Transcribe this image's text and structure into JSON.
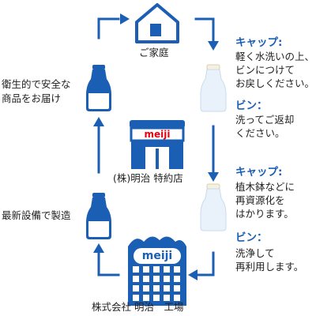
{
  "nodes": {
    "home": "ご家庭",
    "shop": "(株)明治 特約店",
    "factory": "株式会社 明治　工場"
  },
  "brand": "meiji",
  "steps": {
    "delivery": [
      "衛生的で安全な",
      "商品をお届け"
    ],
    "manufacture": "最新設備で製造"
  },
  "notes": {
    "cap_return_head": "キャップ:",
    "cap_return_body": [
      "軽く水洗いの上、",
      "ビンにつけて",
      "お戻しください。"
    ],
    "bottle_return_head": "ビン：",
    "bottle_return_body": [
      "洗ってご返却",
      "ください。"
    ],
    "cap_recycle_head": "キャップ:",
    "cap_recycle_body": [
      "植木鉢などに",
      "再資源化を",
      "はかります。"
    ],
    "bottle_recycle_head": "ビン：",
    "bottle_recycle_body": [
      "洗浄して",
      "再利用します。"
    ]
  },
  "colors": {
    "blue": "#1a5fb4",
    "red": "#e60012",
    "light": "#e9f1fb",
    "cap": "#f5f0e0"
  }
}
